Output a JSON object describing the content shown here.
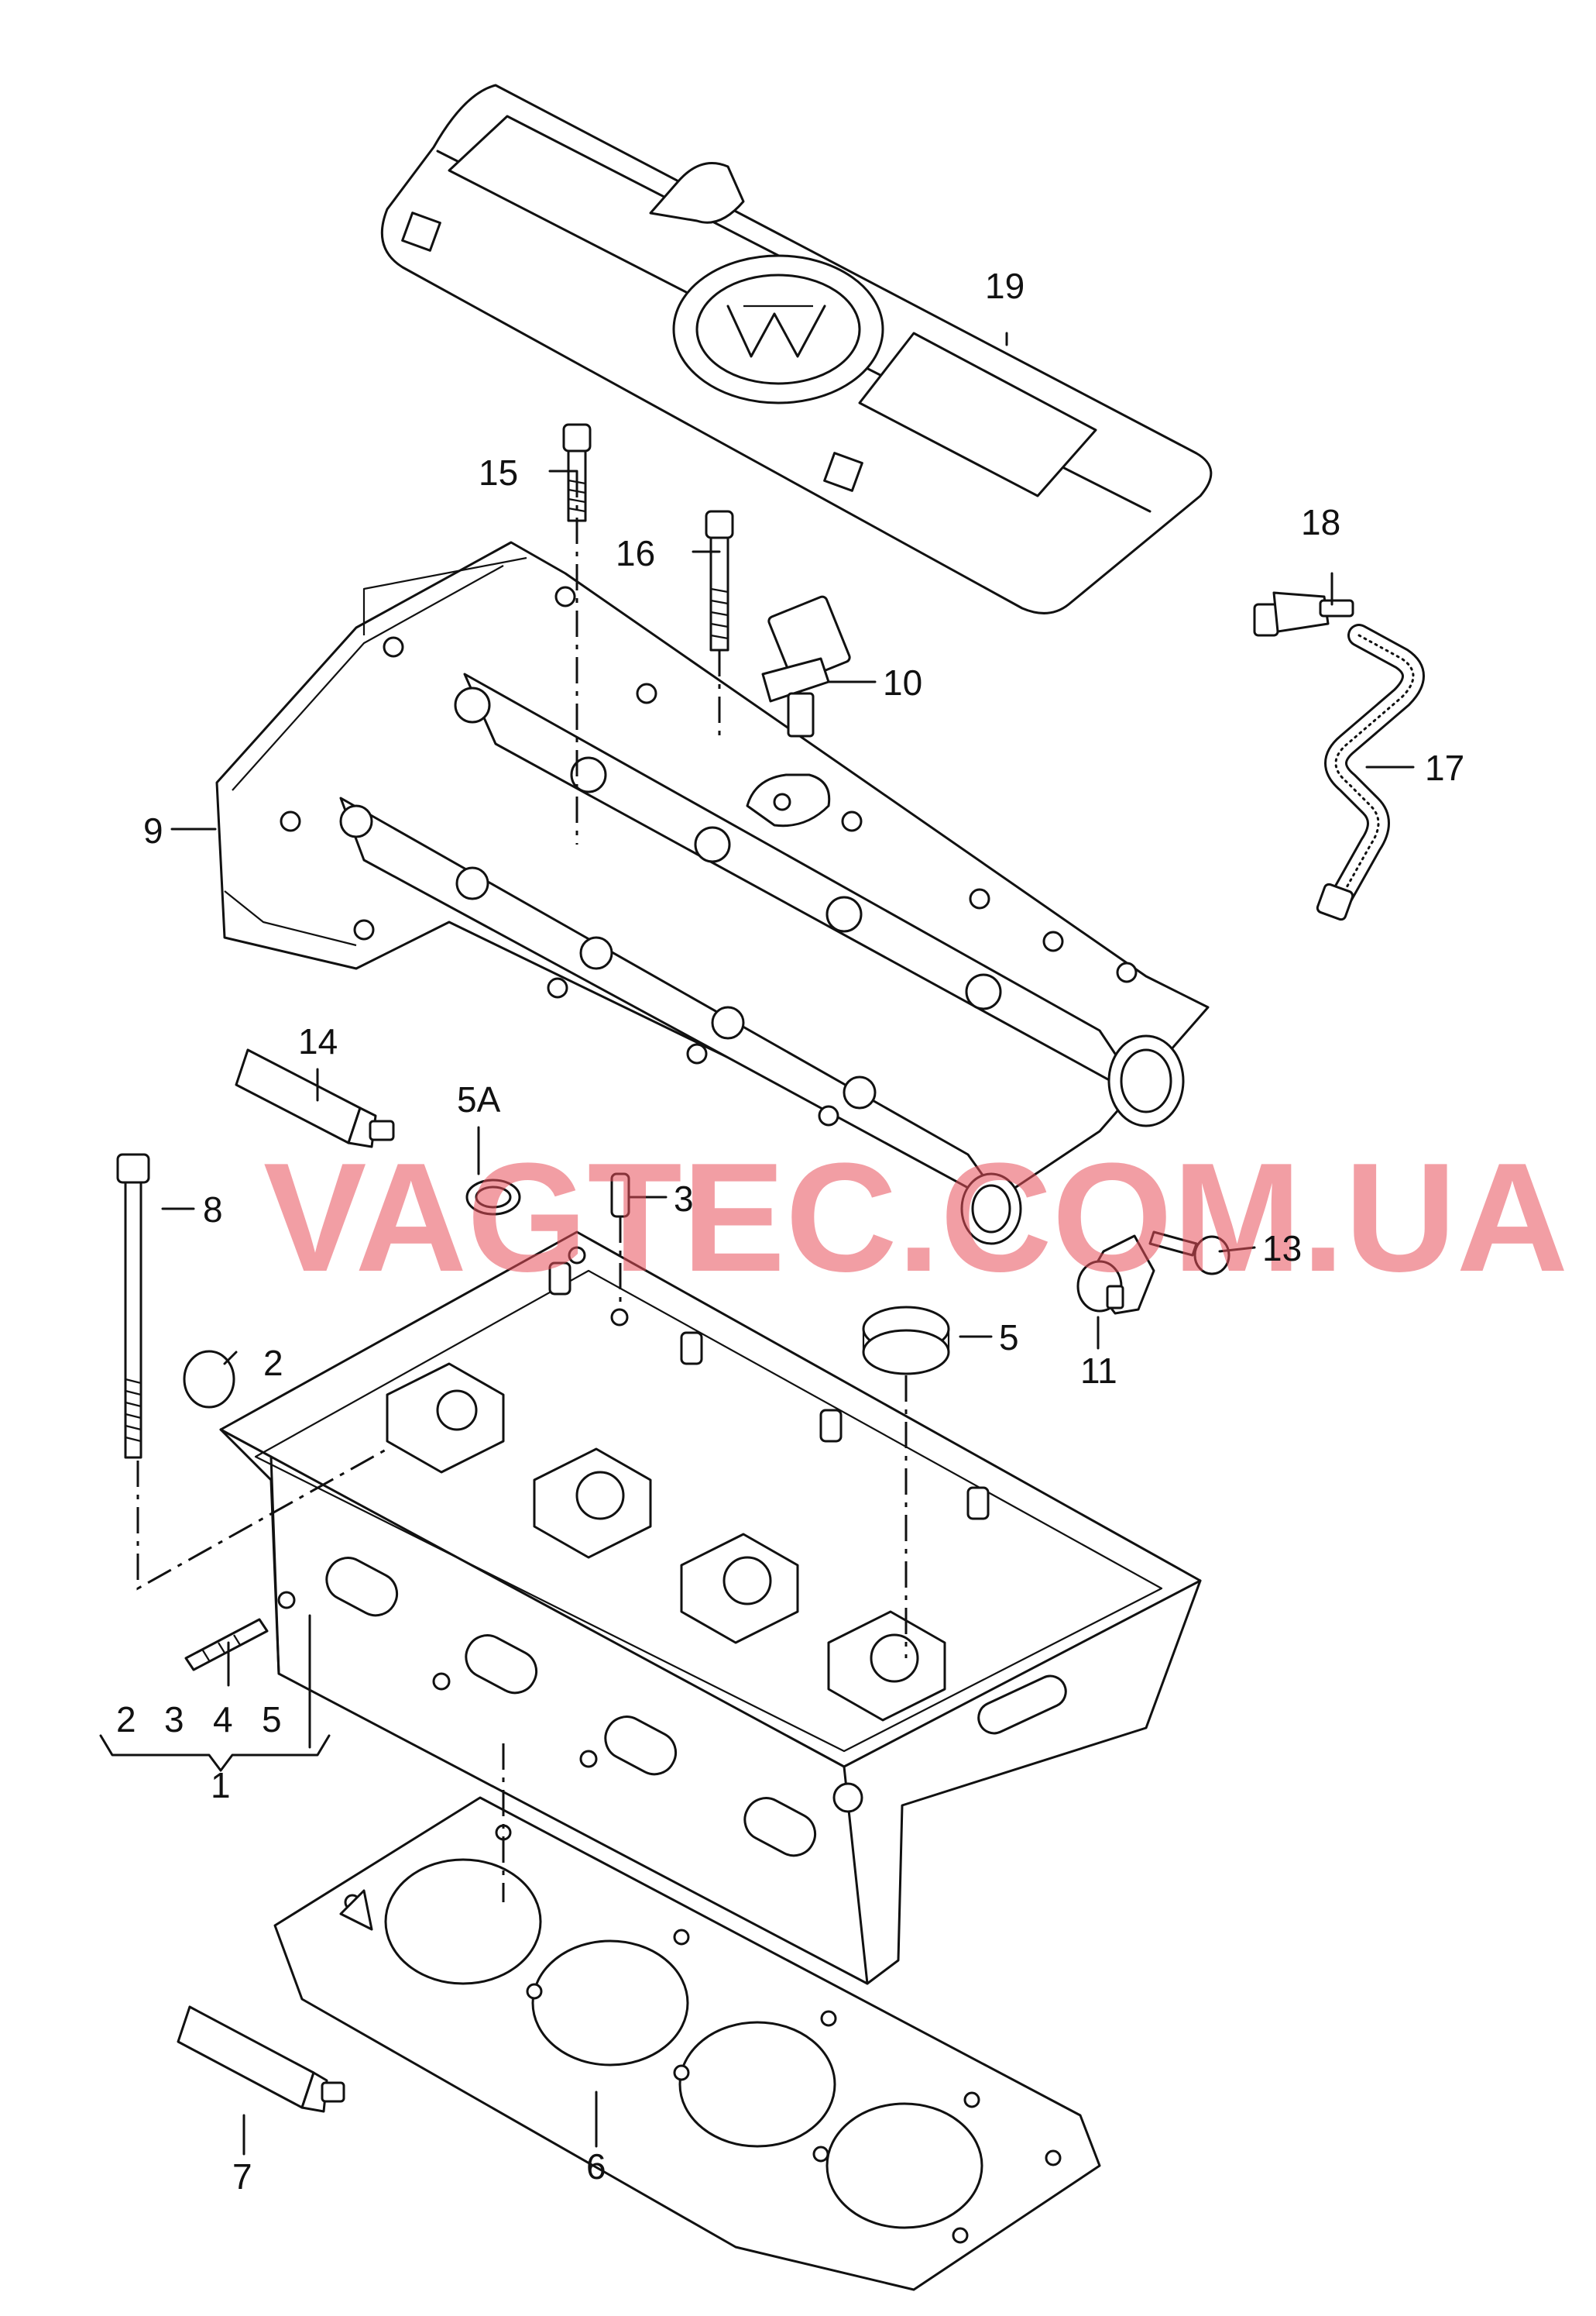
{
  "watermark": "VAGTEC.COM.UA",
  "callouts": {
    "c1": "1",
    "c2": "2",
    "c3": "3",
    "c4": "4",
    "c5": "5",
    "c5a": "5A",
    "c6": "6",
    "c7": "7",
    "c8": "8",
    "c9": "9",
    "c10": "10",
    "c11": "11",
    "c13": "13",
    "c14": "14",
    "c15": "15",
    "c16": "16",
    "c17": "17",
    "c18": "18",
    "c19": "19"
  },
  "group": {
    "n2": "2",
    "n3": "3",
    "n4": "4",
    "n5": "5"
  }
}
